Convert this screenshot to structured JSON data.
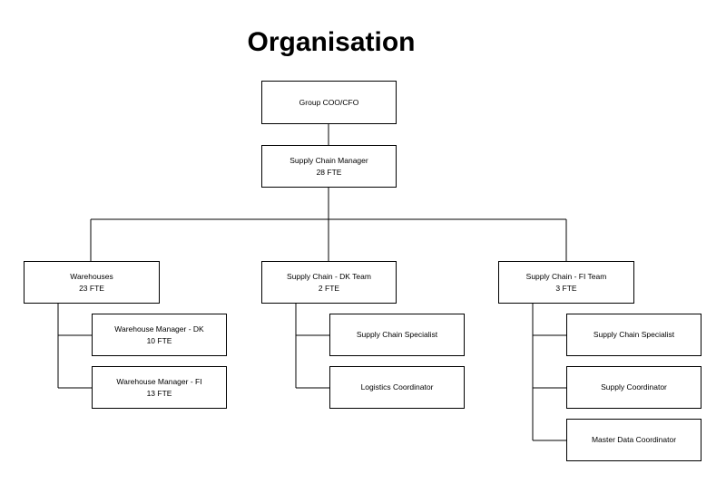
{
  "title": "Organisation",
  "nodes": {
    "coo": {
      "name": "Group COO/CFO"
    },
    "scm": {
      "name": "Supply Chain Manager",
      "fte": "28 FTE"
    },
    "warehouses": {
      "name": "Warehouses",
      "fte": "23 FTE"
    },
    "wh_dk": {
      "name": "Warehouse Manager - DK",
      "fte": "10 FTE"
    },
    "wh_fi": {
      "name": "Warehouse Manager - FI",
      "fte": "13 FTE"
    },
    "sc_dk": {
      "name": "Supply Chain - DK Team",
      "fte": "2 FTE"
    },
    "dk_specialist": {
      "name": "Supply Chain Specialist"
    },
    "dk_logistics": {
      "name": "Logistics Coordinator"
    },
    "sc_fi": {
      "name": "Supply Chain - FI Team",
      "fte": "3 FTE"
    },
    "fi_specialist": {
      "name": "Supply Chain Specialist"
    },
    "fi_supply": {
      "name": "Supply Coordinator"
    },
    "fi_masterdata": {
      "name": "Master Data Coordinator"
    }
  }
}
